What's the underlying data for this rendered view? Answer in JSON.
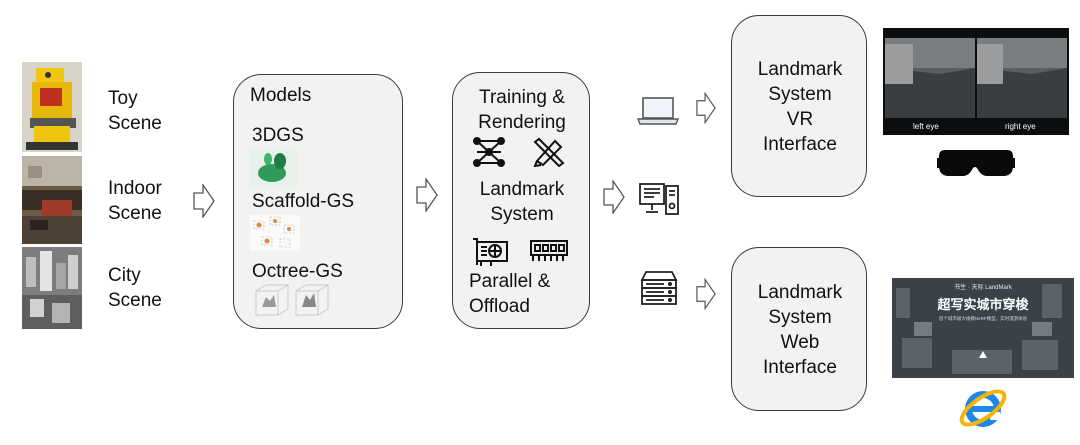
{
  "scenes": [
    {
      "line1": "Toy",
      "line2": "Scene",
      "image": "toy-scene-image"
    },
    {
      "line1": "Indoor",
      "line2": "Scene",
      "image": "indoor-scene-image"
    },
    {
      "line1": "City",
      "line2": "Scene",
      "image": "city-scene-image"
    }
  ],
  "models": {
    "title": "Models",
    "items": [
      "3DGS",
      "Scaffold-GS",
      "Octree-GS"
    ]
  },
  "system": {
    "training_line1": "Training &",
    "training_line2": "Rendering",
    "landmark_line1": "Landmark",
    "landmark_line2": "System",
    "parallel_line1": "Parallel &",
    "parallel_line2": "Offload"
  },
  "vr_interface": {
    "line1": "Landmark",
    "line2": "System",
    "line3": "VR",
    "line4": "Interface"
  },
  "web_interface": {
    "line1": "Landmark",
    "line2": "System",
    "line3": "Web",
    "line4": "Interface"
  },
  "vr_screen": {
    "left": "left eye",
    "right": "right eye"
  },
  "web_screen": {
    "header": "书生 · 天际 LandMark",
    "title": "超写实城市穿梭",
    "subtitle": "首个城市级大规模NeRF模型，实时漫游体验"
  },
  "icons": [
    "laptop-icon",
    "desktop-icon",
    "server-icon",
    "vr-headset-icon",
    "internet-explorer-icon",
    "network-icon",
    "pencil-ruler-icon",
    "gpu-icon",
    "memory-icon"
  ]
}
